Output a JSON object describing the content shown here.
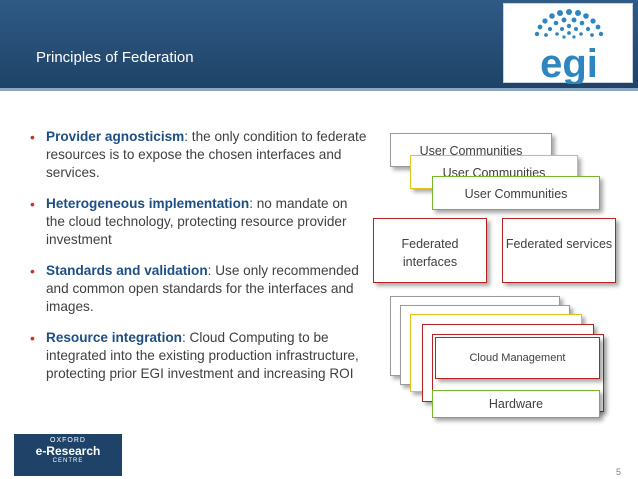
{
  "slide": {
    "title": "Principles of Federation",
    "page_number": "5"
  },
  "logo": {
    "text": "egi",
    "brand_color": "#2e86c1"
  },
  "bullets": [
    {
      "term": "Provider agnosticism",
      "text": ": the only condition to federate resources is to expose the chosen interfaces and services."
    },
    {
      "term": "Heterogeneous implementation",
      "text": ": no mandate on the cloud technology, protecting resource provider investment"
    },
    {
      "term": "Standards and validation",
      "text": ": Use only recommended and common open standards for the interfaces and images."
    },
    {
      "term": "Resource integration",
      "text": ": Cloud Computing to be integrated into the existing production infrastructure, protecting prior EGI investment and increasing ROI"
    }
  ],
  "diagram": {
    "user_communities": [
      "User Communities",
      "User Communities",
      "User Communities"
    ],
    "federated_interfaces": "Federated interfaces",
    "federated_services": "Federated services",
    "cloud_management": "Cloud Management",
    "hardware": "Hardware"
  },
  "footer": {
    "line1": "OXFORD",
    "line2": "e-Research",
    "line3": "CENTRE"
  },
  "colors": {
    "header": "#1f4368",
    "bullet_marker": "#c0392b",
    "term": "#1f4f82",
    "border_gray": "#9a9a9a",
    "border_yellow": "#e3c21c",
    "border_green": "#78b52e",
    "border_red": "#b42222"
  }
}
